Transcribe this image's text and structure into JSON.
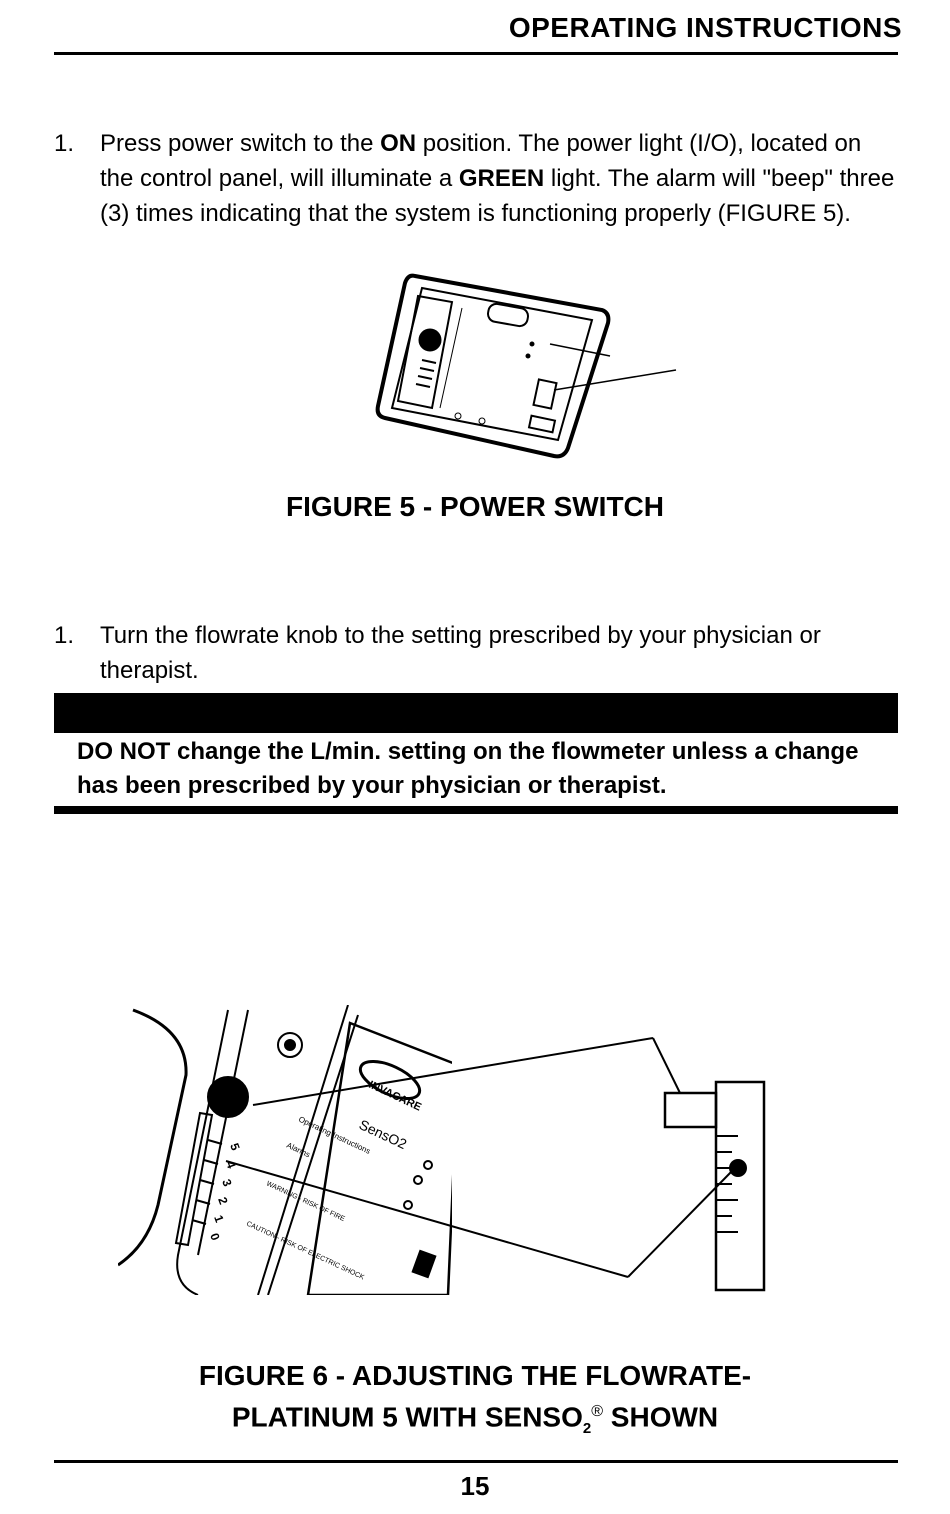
{
  "header": {
    "title": "OPERATING INSTRUCTIONS"
  },
  "step1": {
    "number": "1.",
    "t1": "Press power switch to the ",
    "b1": "ON",
    "t2": " position. The power light (I/O), located on the control panel, will illuminate a ",
    "b2": "GREEN",
    "t3": " light. The alarm will \"beep\" three (3) times indicating that the system is functioning properly (FIGURE 5)."
  },
  "figure5": {
    "caption": "FIGURE 5 - POWER SWITCH"
  },
  "step2": {
    "number": "1.",
    "text": "Turn the flowrate knob to the setting prescribed by your physician or therapist."
  },
  "warning": {
    "bold": "DO NOT",
    "text": " change the L/min. setting on the flowmeter unless a change has been prescribed by your physician or therapist."
  },
  "figure6": {
    "caption_line1": "FIGURE 6 - ADJUSTING THE FLOWRATE-",
    "caption_line2_a": "PLATINUM 5 WITH SENSO",
    "caption_sub": "2",
    "caption_reg": "®",
    "caption_line2_b": " SHOWN",
    "panel_brand": "INVACARE",
    "panel_model": "SensO2",
    "panel_line1": "Operating Instructions",
    "panel_line2": "Alarms",
    "panel_warn1": "WARNING - RISK OF FIRE",
    "panel_warn2": "CAUTION - RISK OF ELECTRIC SHOCK",
    "scale": [
      "5",
      "4",
      "3",
      "2",
      "1",
      "0"
    ]
  },
  "footer": {
    "page": "15"
  }
}
